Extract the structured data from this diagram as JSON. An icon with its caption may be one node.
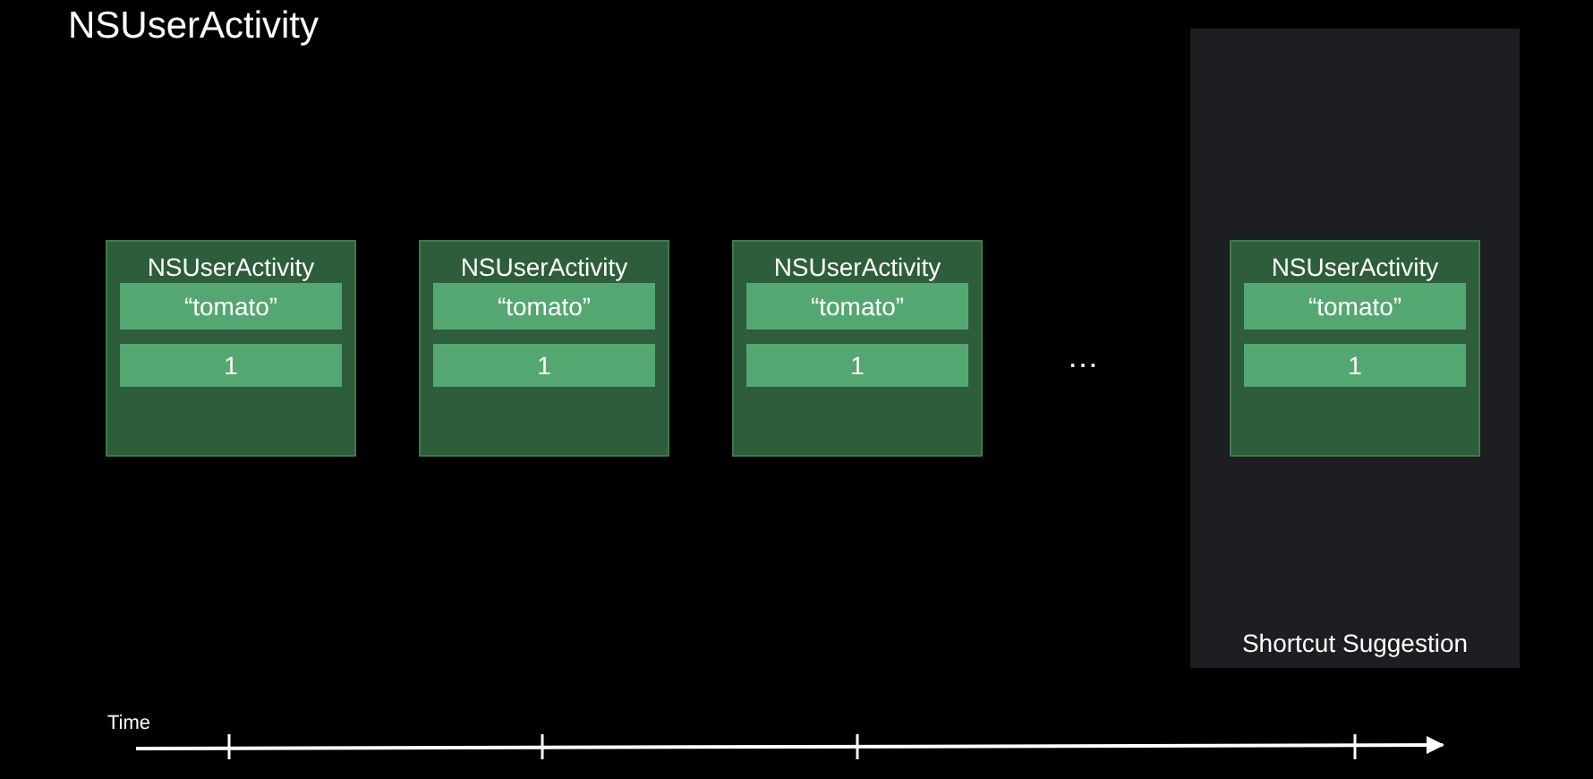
{
  "diagram": {
    "title": "NSUserActivity",
    "nodes": [
      {
        "text": [
          "NSUserActivity"
        ]
      },
      {
        "text": [
          "“tomato”"
        ],
        "in": 0
      },
      {
        "text": [
          "1"
        ],
        "in": 0
      },
      {
        "text": [
          "NSUserActivity"
        ]
      },
      {
        "text": [
          "“tomato”"
        ],
        "in": 3
      },
      {
        "text": [
          "1"
        ],
        "in": 3
      },
      {
        "text": [
          "NSUserActivity"
        ]
      },
      {
        "text": [
          "“tomato”"
        ],
        "in": 6
      },
      {
        "text": [
          "1"
        ],
        "in": 6
      },
      {
        "text": [
          "Shortcut Suggestion"
        ]
      },
      {
        "text": [
          "NSUserActivity"
        ],
        "in": 9
      },
      {
        "text": [
          "“tomato”"
        ],
        "in": 10
      },
      {
        "text": [
          "1"
        ],
        "in": 10
      }
    ],
    "labels": [
      "…",
      "Time"
    ]
  }
}
